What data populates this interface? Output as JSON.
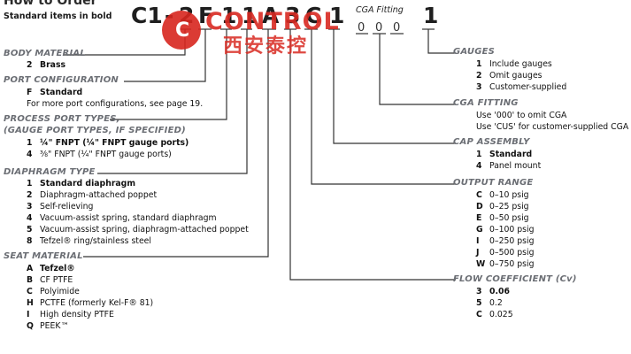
{
  "header": {
    "title_clip": "How to Order",
    "standard_note": "Standard items in bold",
    "code": [
      "C1",
      "-",
      "2",
      "F",
      "1",
      "1",
      "A",
      "3",
      "C",
      "1",
      "0",
      "0",
      "0",
      "1"
    ],
    "cga_label": "CGA Fitting"
  },
  "watermark": {
    "en": "CONTROL",
    "cn": "西安泰控",
    "inner": "C"
  },
  "left": {
    "body_material": {
      "title": "BODY MATERIAL",
      "items": [
        {
          "code": "2",
          "desc": "Brass",
          "bold": true
        }
      ]
    },
    "port_configuration": {
      "title": "PORT CONFIGURATION",
      "items": [
        {
          "code": "F",
          "desc": "Standard",
          "bold": true
        }
      ],
      "note": "For more port configurations, see page 19."
    },
    "process_port_types": {
      "title": "PROCESS PORT TYPES,",
      "title2": "(GAUGE PORT TYPES, IF SPECIFIED)",
      "items": [
        {
          "code": "1",
          "desc": "¼\" FNPT (¼\" FNPT gauge ports)",
          "bold": true
        },
        {
          "code": "4",
          "desc": "⅜\" FNPT (¼\" FNPT gauge ports)",
          "bold": false
        }
      ]
    },
    "diaphragm_type": {
      "title": "DIAPHRAGM TYPE",
      "items": [
        {
          "code": "1",
          "desc": "Standard diaphragm",
          "bold": true
        },
        {
          "code": "2",
          "desc": "Diaphragm-attached poppet",
          "bold": false
        },
        {
          "code": "3",
          "desc": "Self-relieving",
          "bold": false
        },
        {
          "code": "4",
          "desc": "Vacuum-assist spring, standard diaphragm",
          "bold": false
        },
        {
          "code": "5",
          "desc": "Vacuum-assist spring, diaphragm-attached poppet",
          "bold": false
        },
        {
          "code": "8",
          "desc": "Tefzel® ring/stainless steel",
          "bold": false
        }
      ]
    },
    "seat_material": {
      "title": "SEAT MATERIAL",
      "items": [
        {
          "code": "A",
          "desc": "Tefzel®",
          "bold": true
        },
        {
          "code": "B",
          "desc": "CF PTFE",
          "bold": false
        },
        {
          "code": "C",
          "desc": "Polyimide",
          "bold": false
        },
        {
          "code": "H",
          "desc": "PCTFE (formerly Kel-F® 81)",
          "bold": false
        },
        {
          "code": "I",
          "desc": "High density PTFE",
          "bold": false
        },
        {
          "code": "Q",
          "desc": "PEEK™",
          "bold": false
        }
      ]
    }
  },
  "right": {
    "gauges": {
      "title": "GAUGES",
      "items": [
        {
          "code": "1",
          "desc": "Include gauges",
          "bold": false
        },
        {
          "code": "2",
          "desc": "Omit gauges",
          "bold": false
        },
        {
          "code": "3",
          "desc": "Customer-supplied",
          "bold": false
        }
      ]
    },
    "cga_fitting": {
      "title": "CGA FITTING",
      "notes": [
        "Use '000' to omit CGA",
        "Use 'CUS' for customer-supplied CGA"
      ]
    },
    "cap_assembly": {
      "title": "CAP ASSEMBLY",
      "items": [
        {
          "code": "1",
          "desc": "Standard",
          "bold": true
        },
        {
          "code": "4",
          "desc": "Panel mount",
          "bold": false
        }
      ]
    },
    "output_range": {
      "title": "OUTPUT RANGE",
      "items": [
        {
          "code": "C",
          "desc": "0–10 psig",
          "bold": false
        },
        {
          "code": "D",
          "desc": "0–25 psig",
          "bold": false
        },
        {
          "code": "E",
          "desc": "0–50 psig",
          "bold": false
        },
        {
          "code": "G",
          "desc": "0–100 psig",
          "bold": false
        },
        {
          "code": "I",
          "desc": "0–250 psig",
          "bold": false
        },
        {
          "code": "J",
          "desc": "0–500 psig",
          "bold": false
        },
        {
          "code": "W",
          "desc": "0–750 psig",
          "bold": false
        }
      ]
    },
    "flow_coefficient": {
      "title": "FLOW COEFFICIENT (Cv)",
      "items": [
        {
          "code": "3",
          "desc": "0.06",
          "bold": true
        },
        {
          "code": "5",
          "desc": "0.2",
          "bold": false
        },
        {
          "code": "C",
          "desc": "0.025",
          "bold": false
        }
      ]
    }
  }
}
